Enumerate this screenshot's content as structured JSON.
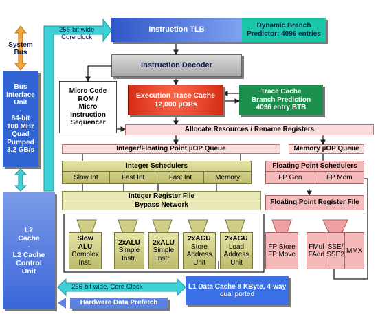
{
  "system_bus": {
    "label_line1": "System",
    "label_line2": "Bus"
  },
  "bus_interface": {
    "lines": [
      "Bus",
      "Interface",
      "Unit",
      "-",
      "64-bit",
      "100 MHz",
      "Quad",
      "Pumped",
      "3.2 GB/s"
    ]
  },
  "l2_cache": {
    "lines": [
      "L2",
      "Cache",
      "-",
      "L2 Cache",
      "Control",
      "Unit"
    ]
  },
  "top_link": {
    "line1": "256-bit wide",
    "line2": "Core clock"
  },
  "instruction_tlb": {
    "label": "Instruction TLB"
  },
  "dynamic_branch": {
    "line1": "Dynamic Branch",
    "line2": "Predictor: 4096 entries"
  },
  "instruction_decoder": {
    "label": "Instruction Decoder"
  },
  "microcode_rom": {
    "lines": [
      "Micro Code",
      "ROM /",
      "Micro",
      "Instruction",
      "Sequencer"
    ]
  },
  "trace_cache": {
    "line1": "Execution Trace Cache",
    "line2": "12,000 µOPs"
  },
  "trace_branch": {
    "line1": "Trace Cache",
    "line2": "Branch Prediction",
    "line3": "4096 entry BTB"
  },
  "allocate": {
    "label": "Allocate Resources / Rename Registers"
  },
  "int_fp_queue": {
    "label": "Integer/Floating Point µOP Queue"
  },
  "mem_queue": {
    "label": "Memory µOP Queue"
  },
  "int_schedulers": {
    "title": "Integer Schedulers",
    "cells": [
      "Slow Int",
      "Fast Int",
      "Fast Int",
      "Memory"
    ]
  },
  "fp_schedulers": {
    "title": "Floating Point Schedulers",
    "cells": [
      "FP Gen",
      "FP Mem"
    ]
  },
  "int_register": {
    "line1": "Integer Register File",
    "line2": "Bypass Network"
  },
  "fp_register": {
    "label": "Floating Point Register File"
  },
  "exec_units": [
    {
      "title": "Slow ALU",
      "sub": [
        "Complex",
        "Inst."
      ]
    },
    {
      "title": "2xALU",
      "sub": [
        "Simple",
        "Instr."
      ]
    },
    {
      "title": "2xALU",
      "sub": [
        "Simple",
        "Instr."
      ]
    },
    {
      "title": "2xAGU",
      "sub": [
        "Store",
        "Address",
        "Unit"
      ]
    },
    {
      "title": "2xAGU",
      "sub": [
        "Load",
        "Address",
        "Unit"
      ]
    }
  ],
  "fp_store": {
    "line1": "FP Store",
    "line2": "FP Move"
  },
  "fp_compute": {
    "fmul": "FMul",
    "fadd": "FAdd",
    "sse1": "SSE/",
    "sse2": "SSE2",
    "mmx": "MMX"
  },
  "bottom_link": {
    "label": "256-bit wide, Core Clock"
  },
  "l1_cache": {
    "line1": "L1 Data Cache 8 KByte, 4-way",
    "line2": "dual ported"
  },
  "prefetch": {
    "label": "Hardware Data Prefetch"
  }
}
